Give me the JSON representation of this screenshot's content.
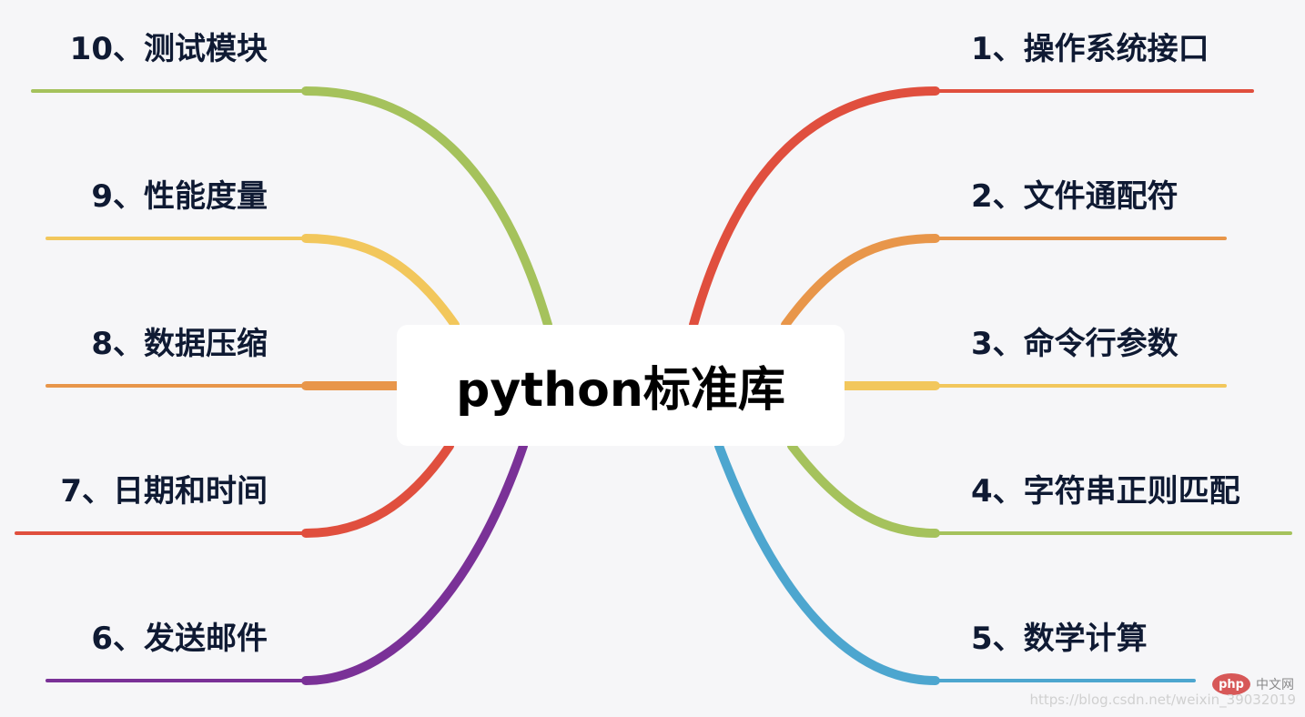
{
  "center": {
    "title": "python标准库"
  },
  "branches": [
    {
      "label": "1、操作系统接口",
      "color": "#e04f3e"
    },
    {
      "label": "2、文件通配符",
      "color": "#e8964a"
    },
    {
      "label": "3、命令行参数",
      "color": "#f2c75c"
    },
    {
      "label": "4、字符串正则匹配",
      "color": "#a5c25c"
    },
    {
      "label": "5、数学计算",
      "color": "#4da6cf"
    },
    {
      "label": "6、发送邮件",
      "color": "#7a3197"
    },
    {
      "label": "7、日期和时间",
      "color": "#e04f3e"
    },
    {
      "label": "8、数据压缩",
      "color": "#e8964a"
    },
    {
      "label": "9、性能度量",
      "color": "#f2c75c"
    },
    {
      "label": "10、测试模块",
      "color": "#a5c25c"
    }
  ],
  "watermark": {
    "logo": "php",
    "site": "中文网",
    "url": "https://blog.csdn.net/weixin_39032019"
  }
}
